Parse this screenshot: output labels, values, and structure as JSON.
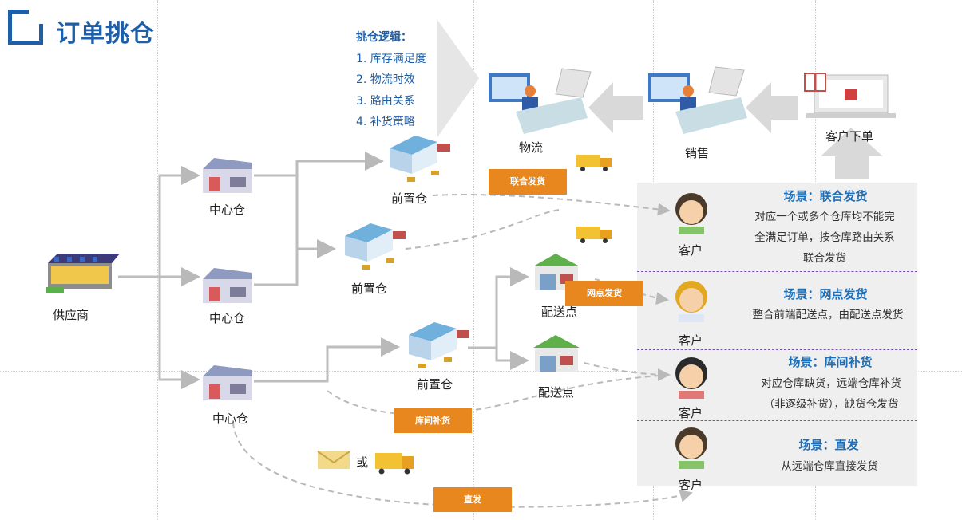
{
  "title": "订单挑仓",
  "logic": {
    "heading": "挑仓逻辑：",
    "items": [
      "1. 库存满足度",
      "2. 物流时效",
      "3. 路由关系",
      "4. 补货策略"
    ]
  },
  "nodes": {
    "supplier": "供应商",
    "central1": "中心仓",
    "central2": "中心仓",
    "central3": "中心仓",
    "front1": "前置仓",
    "front2": "前置仓",
    "front3": "前置仓",
    "delivery1": "配送点",
    "delivery2": "配送点",
    "logistics": "物流",
    "sales": "销售",
    "order": "客户下单",
    "or": "或"
  },
  "tags": {
    "joint": "联合发货",
    "outlet": "网点发货",
    "transfer": "库间补货",
    "direct": "直发"
  },
  "scenarios": [
    {
      "title": "场景：联合发货",
      "lines": [
        "对应一个或多个仓库均不能完",
        "全满足订单，按仓库路由关系",
        "联合发货"
      ],
      "customer": "客户"
    },
    {
      "title": "场景：网点发货",
      "lines": [
        "整合前端配送点，由配送点发货"
      ],
      "customer": "客户"
    },
    {
      "title": "场景：库间补货",
      "lines": [
        "对应仓库缺货，远端仓库补货",
        "（非逐级补货），缺货仓发货"
      ],
      "customer": "客户"
    },
    {
      "title": "场景：直发",
      "lines": [
        "从远端仓库直接发货"
      ],
      "customer": "客户"
    }
  ],
  "colors": {
    "accent": "#1e5fa8",
    "tag": "#e8871e",
    "panel": "#efefef",
    "arrow": "#bdbdbd"
  }
}
